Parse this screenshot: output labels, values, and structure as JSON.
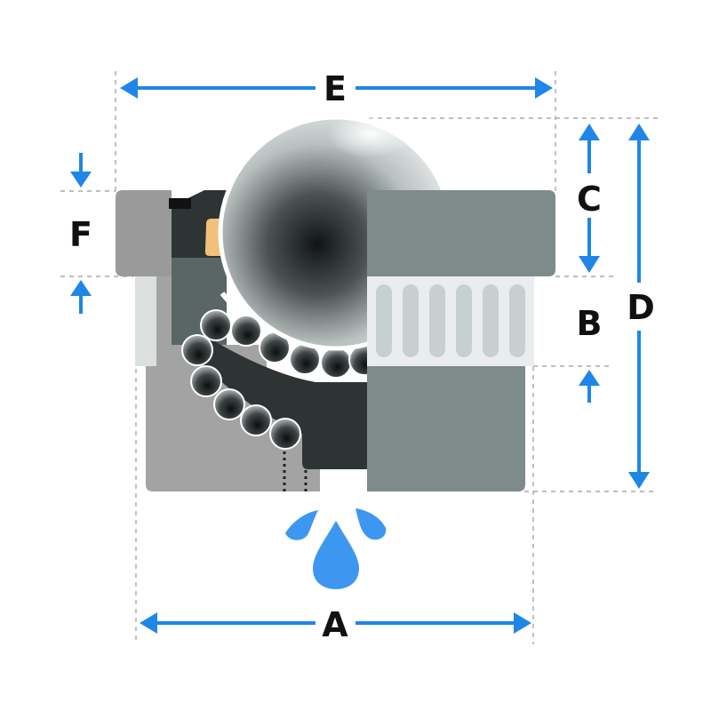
{
  "labels": {
    "A": "A",
    "B": "B",
    "C": "C",
    "D": "D",
    "E": "E",
    "F": "F"
  },
  "colors": {
    "dimension_arrow": "#1f86e8",
    "guide_line": "#a9a9a9",
    "housing_dark": "#2e3434",
    "housing_grey": "#a3a3a3",
    "cap_grey": "#7d8b8b",
    "water_drop": "#3d97f0",
    "seal_tan": "#f2c07a",
    "ball_light": "#eef2f2"
  },
  "icons": {
    "main_ball": "main-ball",
    "support_balls": "support-balls",
    "water_drops": "water-drop-icon"
  }
}
